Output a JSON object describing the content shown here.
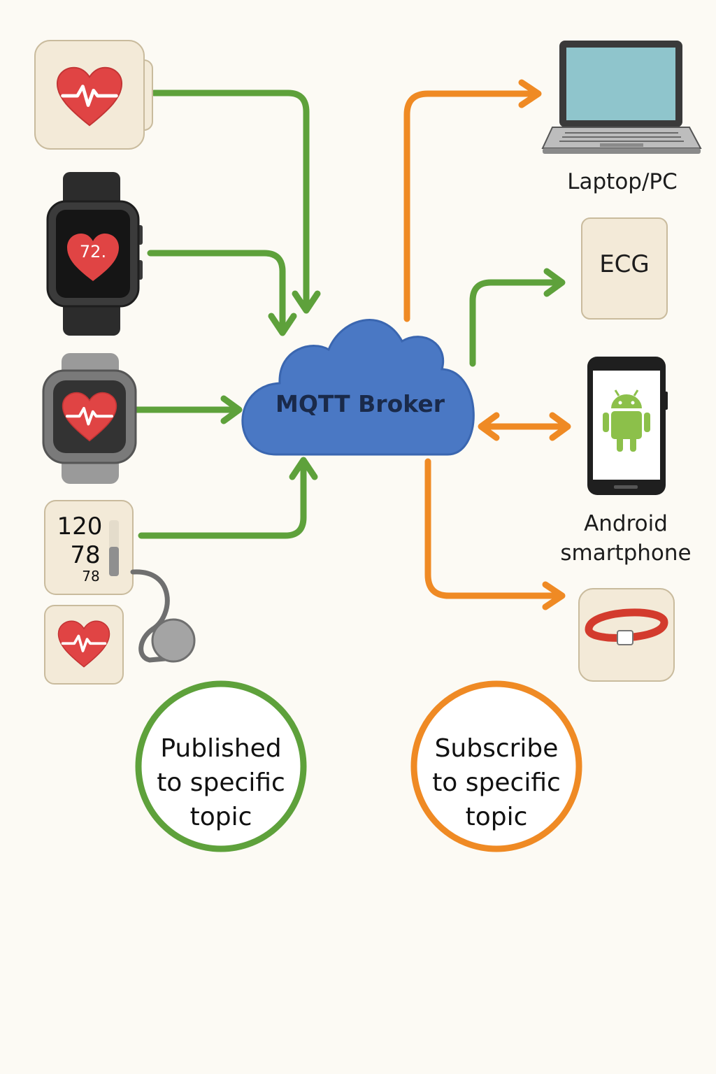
{
  "broker": {
    "label": "MQTT Broker"
  },
  "publishers": {
    "watch_reading": "72.",
    "bp_systolic": "120",
    "bp_diastolic": "78",
    "bp_pulse": "78"
  },
  "subscribers": {
    "laptop_label": "Laptop/PC",
    "ecg_label": "ECG",
    "android_label_line1": "Android",
    "android_label_line2": "smartphone"
  },
  "legend": {
    "publish_line1": "Published",
    "publish_line2": "to specific",
    "publish_line3": "topic",
    "subscribe_line1": "Subscribe",
    "subscribe_line2": "to specific",
    "subscribe_line3": "topic"
  },
  "colors": {
    "publish_green": "#5ea13b",
    "subscribe_orange": "#ef8a24",
    "cloud_blue": "#4a78c4",
    "tile_cream": "#f3ead8",
    "heart_red": "#e04444"
  },
  "icons": [
    "heart-monitor-icon",
    "smartwatch-icon",
    "fitness-watch-icon",
    "blood-pressure-monitor-icon",
    "laptop-icon",
    "android-phone-icon",
    "wearable-band-icon"
  ]
}
